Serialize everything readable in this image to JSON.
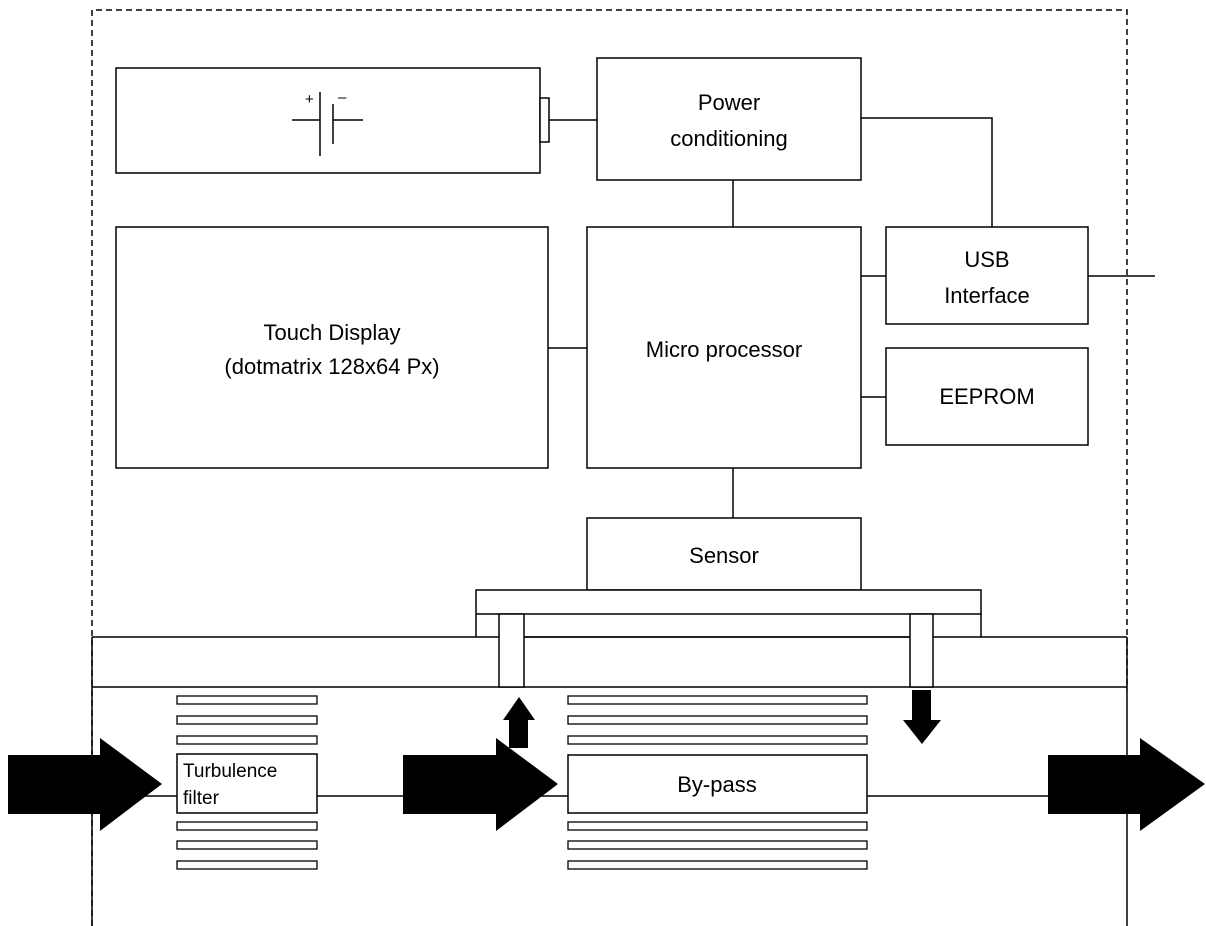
{
  "diagram": {
    "power_conditioning": [
      "Power",
      "conditioning"
    ],
    "usb_interface": [
      "USB",
      "Interface"
    ],
    "touch_display": [
      "Touch Display",
      "(dotmatrix 128x64 Px)"
    ],
    "micro_processor": "Micro processor",
    "eeprom": "EEPROM",
    "sensor": "Sensor",
    "turbulence_filter": [
      "Turbulence",
      "filter"
    ],
    "bypass": "By-pass",
    "battery": {
      "plus": "+",
      "minus": "–"
    }
  }
}
